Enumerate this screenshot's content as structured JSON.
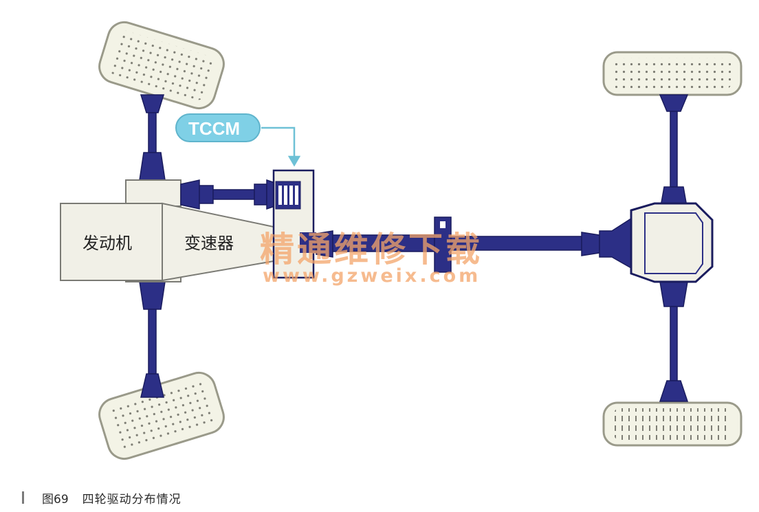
{
  "diagram": {
    "labels": {
      "engine": "发动机",
      "transmission": "变速器",
      "tccm": "TCCM"
    }
  },
  "watermark": {
    "text": "精通维修下载",
    "url": "www.gzweix.com"
  },
  "caption": {
    "figure_number": "图69",
    "text": "四轮驱动分布情况"
  },
  "colors": {
    "shaft": "#2c2f86",
    "shaft_dark": "#1a1c5e",
    "tire_fill": "#f3f3e6",
    "tire_stroke": "#9a9a8a",
    "body_fill": "#f1f0e7",
    "tccm_fill": "#7fd0e6",
    "arrow": "#6ec1d6",
    "watermark": "#f4a56a"
  }
}
